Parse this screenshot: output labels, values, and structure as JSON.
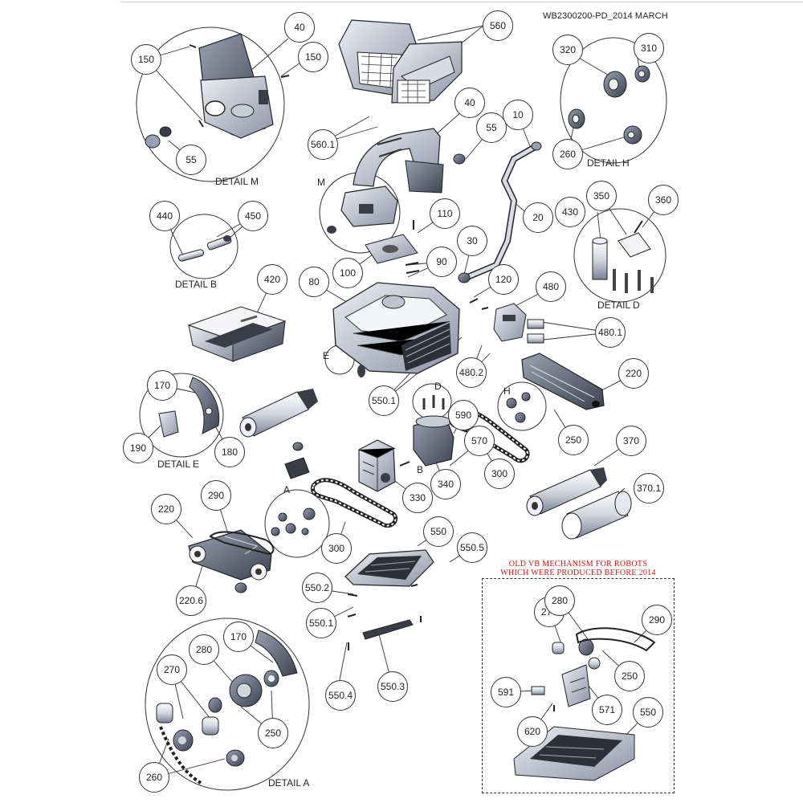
{
  "document": {
    "id": "WB2300200-PD_2014 MARCH",
    "old_mechanism_note_line1": "OLD   VB   MECHANISM FOR ROBOTS",
    "old_mechanism_note_line2": "WHICH WERE PRODUCED BEFORE 2014",
    "note_color": "#d01010"
  },
  "detail_labels": {
    "m": "DETAIL M",
    "h": "DETAIL H",
    "b": "DETAIL B",
    "d": "DETAIL D",
    "e": "DETAIL E",
    "a": "DETAIL A"
  },
  "letters": {
    "m": "M",
    "e": "E",
    "d": "D",
    "h": "H",
    "b": "B",
    "a": "A"
  },
  "callouts": {
    "c40_m": "40",
    "c150_l": "150",
    "c150_r": "150",
    "c55_m": "55",
    "c560": "560",
    "c320": "320",
    "c310": "310",
    "c260_h": "260",
    "c40": "40",
    "c10": "10",
    "c55": "55",
    "c560_1": "560.1",
    "c440": "440",
    "c450": "450",
    "c110": "110",
    "c20": "20",
    "c350": "350",
    "c430": "430",
    "c360": "360",
    "c30": "30",
    "c90": "90",
    "c100": "100",
    "c420": "420",
    "c80": "80",
    "c120": "120",
    "c480": "480",
    "c480_1": "480.1",
    "c480_2": "480.2",
    "c550_1": "550.1",
    "c220_r": "220",
    "c170_e": "170",
    "c590": "590",
    "c190": "190",
    "c180": "180",
    "c250_r": "250",
    "c570": "570",
    "c370": "370",
    "c340": "340",
    "c300_r": "300",
    "c330": "330",
    "c370_1": "370.1",
    "c220_l": "220",
    "c290": "290",
    "c300_l": "300",
    "c550": "550",
    "c550_5": "550.5",
    "c220_6": "220.6",
    "c550_2": "550.2",
    "c550_1b": "550.1",
    "c280_a": "280",
    "c170_a": "170",
    "c270_a": "270",
    "c550_4": "550.4",
    "c550_3": "550.3",
    "c250_a": "250",
    "c260_a": "260",
    "c270_o": "270",
    "c280_o": "280",
    "c290_o": "290",
    "c591": "591",
    "c250_o": "250",
    "c571": "571",
    "c620": "620",
    "c550_o": "550"
  }
}
